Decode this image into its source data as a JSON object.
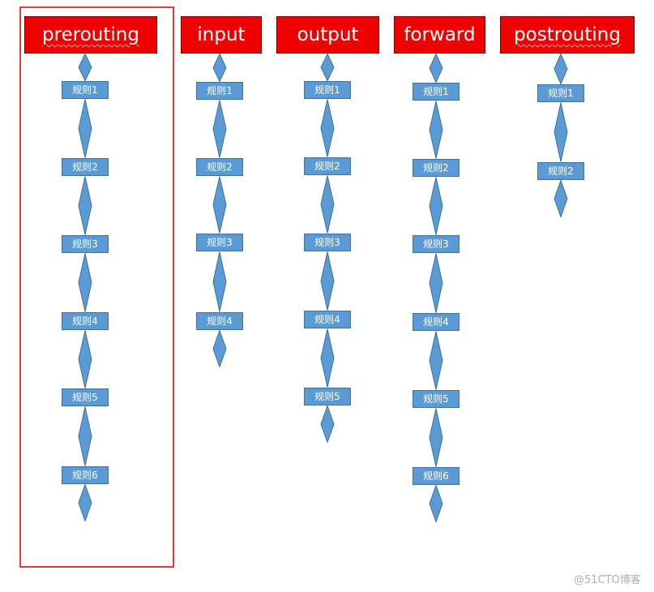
{
  "chains": [
    {
      "name": "prerouting",
      "squiggle": true,
      "rules": [
        "规则1",
        "规则2",
        "规则3",
        "规则4",
        "规则5",
        "规则6"
      ]
    },
    {
      "name": "input",
      "squiggle": false,
      "rules": [
        "规则1",
        "规则2",
        "规则3",
        "规则4"
      ]
    },
    {
      "name": "output",
      "squiggle": false,
      "rules": [
        "规则1",
        "规则2",
        "规则3",
        "规则4",
        "规则5"
      ]
    },
    {
      "name": "forward",
      "squiggle": false,
      "rules": [
        "规则1",
        "规则2",
        "规则3",
        "规则4",
        "规则5",
        "规则6"
      ]
    },
    {
      "name": "postrouting",
      "squiggle": true,
      "rules": [
        "规则1",
        "规则2"
      ]
    }
  ],
  "highlighted_chain": "prerouting",
  "colors": {
    "chain_fill": "#f00000",
    "rule_fill": "#5b9bd5",
    "highlight_border": "#e23b3b"
  },
  "watermark": "@51CTO博客"
}
